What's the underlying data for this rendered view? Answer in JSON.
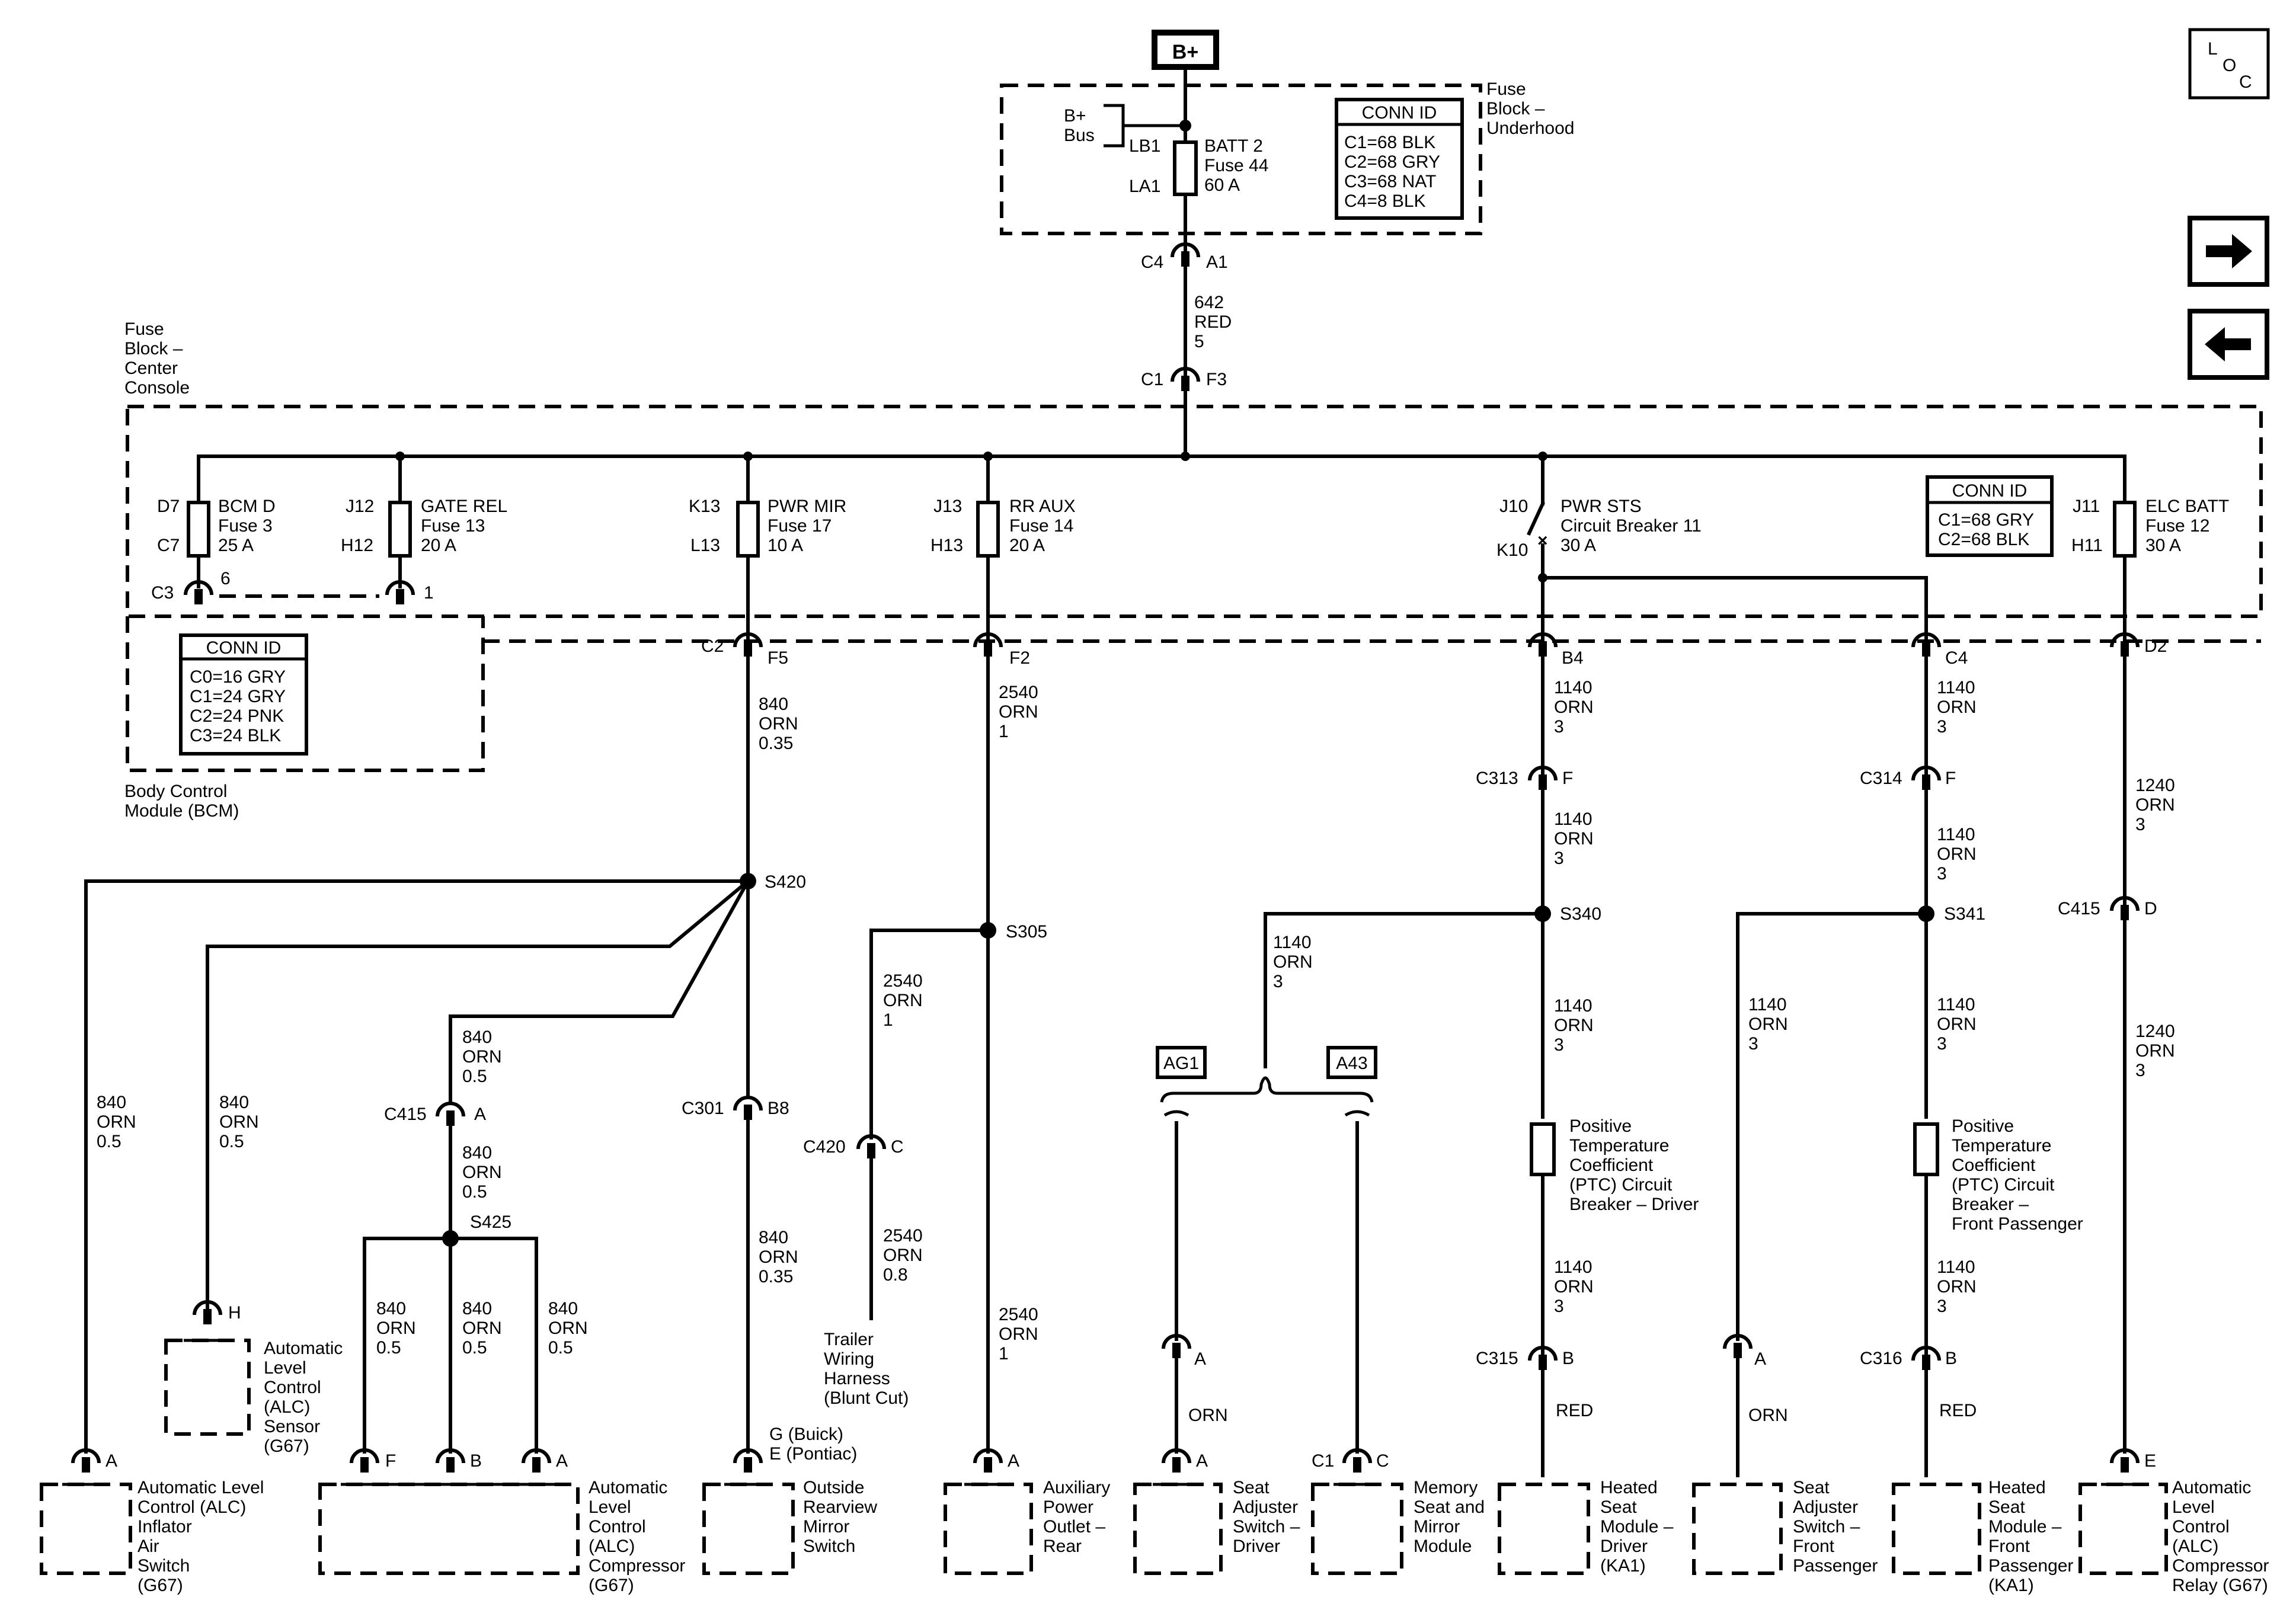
{
  "b_plus": "B+",
  "loc": {
    "l": "L",
    "o": "O",
    "c": "C"
  },
  "underhood": {
    "title": [
      "Fuse",
      "Block –",
      "Underhood"
    ],
    "bus": [
      "B+",
      "Bus"
    ],
    "lb1": "LB1",
    "la1": "LA1",
    "fuse": [
      "BATT 2",
      "Fuse 44",
      "60 A"
    ],
    "conn_title": "CONN ID",
    "conn": [
      "C1=68 BLK",
      "C2=68 GRY",
      "C3=68 NAT",
      "C4=8 BLK"
    ],
    "c4": "C4",
    "a1": "A1"
  },
  "feed_wire": [
    "642",
    "RED",
    "5"
  ],
  "console": {
    "title": [
      "Fuse",
      "Block –",
      "Center",
      "Console"
    ],
    "c1": "C1",
    "f3": "F3",
    "conn_title": "CONN ID",
    "conn": [
      "C1=68 GRY",
      "C2=68 BLK"
    ],
    "fuses": [
      {
        "top_pin": "D7",
        "bot_pin": "C7",
        "lines": [
          "BCM D",
          "Fuse 3",
          "25 A"
        ]
      },
      {
        "top_pin": "J12",
        "bot_pin": "H12",
        "lines": [
          "GATE REL",
          "Fuse 13",
          "20 A"
        ]
      },
      {
        "top_pin": "K13",
        "bot_pin": "L13",
        "lines": [
          "PWR MIR",
          "Fuse 17",
          "10 A"
        ]
      },
      {
        "top_pin": "J13",
        "bot_pin": "H13",
        "lines": [
          "RR AUX",
          "Fuse 14",
          "20 A"
        ]
      },
      {
        "top_pin": "J10",
        "bot_pin": "K10",
        "lines": [
          "PWR STS",
          "Circuit Breaker 11",
          "30 A"
        ]
      },
      {
        "top_pin": "J11",
        "bot_pin": "H11",
        "lines": [
          "ELC BATT",
          "Fuse 12",
          "30 A"
        ]
      }
    ],
    "out": {
      "c3": "C3",
      "p6": "6",
      "p1": "1",
      "c2": "C2",
      "f5": "F5",
      "f2": "F2",
      "b4": "B4",
      "c4": "C4",
      "d2": "D2"
    }
  },
  "bcm": {
    "conn_title": "CONN ID",
    "conn": [
      "C0=16 GRY",
      "C1=24 GRY",
      "C2=24 PNK",
      "C3=24 BLK"
    ],
    "title": [
      "Body Control",
      "Module (BCM)"
    ]
  },
  "wires": {
    "w840_035": [
      "840",
      "ORN",
      "0.35"
    ],
    "w2540_1": [
      "2540",
      "ORN",
      "1"
    ],
    "w1140_3": [
      "1140",
      "ORN",
      "3"
    ],
    "w1240_3": [
      "1240",
      "ORN",
      "3"
    ],
    "w840_05": [
      "840",
      "ORN",
      "0.5"
    ],
    "w2540_08": [
      "2540",
      "ORN",
      "0.8"
    ],
    "orn": "ORN",
    "red": "RED"
  },
  "splices": {
    "s420": "S420",
    "s425": "S425",
    "s305": "S305",
    "s340": "S340",
    "s341": "S341"
  },
  "connectors": {
    "c415": "C415",
    "c415_pin": "A",
    "c301": "C301",
    "c301_pin": "B8",
    "c420": "C420",
    "c420_pin": "C",
    "c313": "C313",
    "c313_pin": "F",
    "c314": "C314",
    "c314_pin": "F",
    "c415d": "C415",
    "c415d_pin": "D",
    "c315": "C315",
    "c315_pin": "B",
    "c316": "C316",
    "c316_pin": "B",
    "c1": "C1",
    "c1_pin": "C"
  },
  "options": {
    "ag1": "AG1",
    "a43": "A43"
  },
  "ptc_driver": [
    "Positive",
    "Temperature",
    "Coefficient",
    "(PTC) Circuit",
    "Breaker – Driver"
  ],
  "ptc_pass": [
    "Positive",
    "Temperature",
    "Coefficient",
    "(PTC) Circuit",
    "Breaker –",
    "Front Passenger"
  ],
  "alc_sensor": {
    "pin": "H",
    "lines": [
      "Automatic",
      "Level",
      "Control",
      "(ALC)",
      "Sensor",
      "(G67)"
    ]
  },
  "trailer": [
    "Trailer",
    "Wiring",
    "Harness",
    "(Blunt Cut)"
  ],
  "components": {
    "inflator": {
      "pin": "A",
      "lines": [
        "Automatic Level",
        "Control (ALC)",
        "Inflator",
        "Air",
        "Switch",
        "(G67)"
      ]
    },
    "compressor": {
      "pins": [
        "F",
        "B",
        "A"
      ],
      "lines": [
        "Automatic",
        "Level",
        "Control",
        "(ALC)",
        "Compressor",
        "(G67)"
      ]
    },
    "mirror": {
      "pin": "G (Buick)",
      "pin2": "E (Pontiac)",
      "lines": [
        "Outside",
        "Rearview",
        "Mirror",
        "Switch"
      ]
    },
    "aux": {
      "pin": "A",
      "lines": [
        "Auxiliary",
        "Power",
        "Outlet –",
        "Rear"
      ]
    },
    "seat_drv": {
      "pin_top": "A",
      "pin": "A",
      "lines": [
        "Seat",
        "Adjuster",
        "Switch –",
        "Driver"
      ]
    },
    "memory": {
      "lines": [
        "Memory",
        "Seat and",
        "Mirror",
        "Module"
      ]
    },
    "heat_drv": {
      "lines": [
        "Heated",
        "Seat",
        "Module –",
        "Driver",
        "(KA1)"
      ]
    },
    "seat_pass": {
      "pin": "A",
      "lines": [
        "Seat",
        "Adjuster",
        "Switch –",
        "Front",
        "Passenger"
      ]
    },
    "heat_pass": {
      "lines": [
        "Heated",
        "Seat",
        "Module –",
        "Front",
        "Passenger",
        "(KA1)"
      ]
    },
    "relay": {
      "pin": "E",
      "lines": [
        "Automatic",
        "Level",
        "Control",
        "(ALC)",
        "Compressor",
        "Relay (G67)"
      ]
    }
  }
}
